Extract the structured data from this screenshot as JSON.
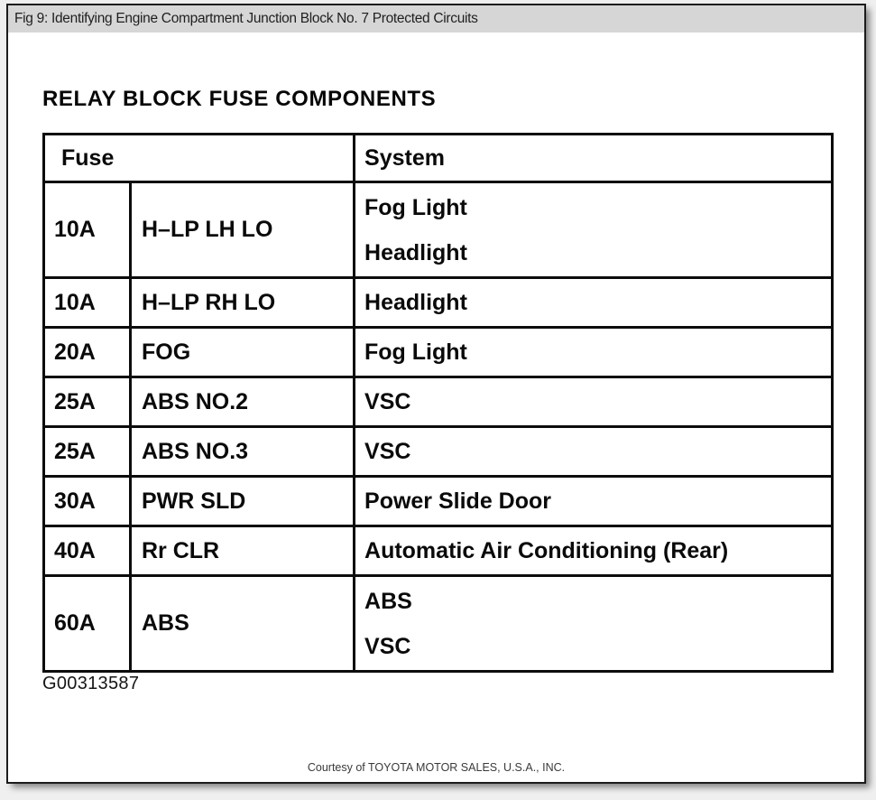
{
  "window": {
    "title": "Fig 9: Identifying Engine Compartment Junction Block No. 7 Protected Circuits"
  },
  "document": {
    "heading": "RELAY BLOCK FUSE COMPONENTS",
    "figure_id": "G00313587",
    "footer": "Courtesy of TOYOTA MOTOR SALES, U.S.A., INC."
  },
  "table": {
    "headers": {
      "fuse": "Fuse",
      "system": "System"
    },
    "rows": [
      {
        "amp": "10A",
        "name": "H–LP LH LO",
        "systems": [
          "Fog Light",
          "Headlight"
        ]
      },
      {
        "amp": "10A",
        "name": "H–LP RH LO",
        "systems": [
          "Headlight"
        ]
      },
      {
        "amp": "20A",
        "name": "FOG",
        "systems": [
          "Fog Light"
        ]
      },
      {
        "amp": "25A",
        "name": "ABS NO.2",
        "systems": [
          "VSC"
        ]
      },
      {
        "amp": "25A",
        "name": "ABS NO.3",
        "systems": [
          "VSC"
        ]
      },
      {
        "amp": "30A",
        "name": "PWR SLD",
        "systems": [
          "Power Slide Door"
        ]
      },
      {
        "amp": "40A",
        "name": "Rr CLR",
        "systems": [
          "Automatic Air Conditioning (Rear)"
        ]
      },
      {
        "amp": "60A",
        "name": "ABS",
        "systems": [
          "ABS",
          "VSC"
        ]
      }
    ]
  },
  "colors": {
    "titlebar_bg": "#d6d6d6",
    "table_border": "#0c0c0c",
    "page_bg": "#ffffff"
  }
}
